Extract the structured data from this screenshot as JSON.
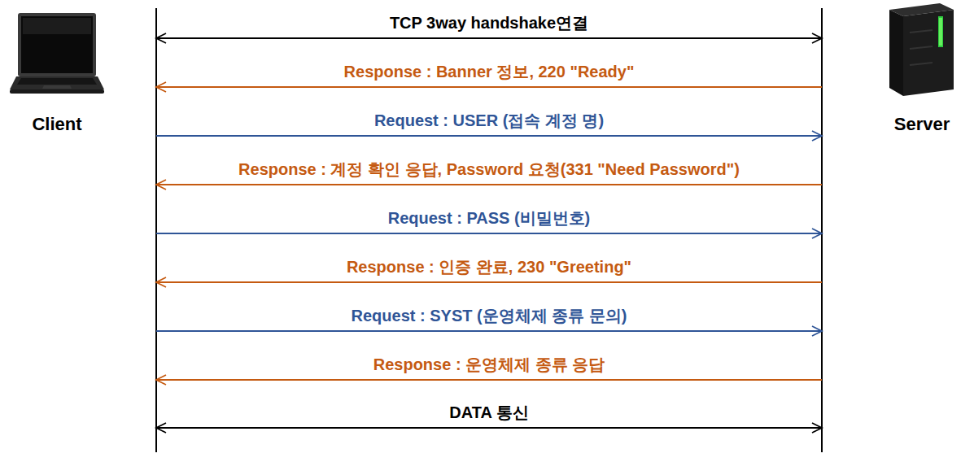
{
  "diagram": {
    "nodes": [
      {
        "text": [
          "Client"
        ]
      },
      {
        "text": [
          "Server"
        ]
      }
    ],
    "edges": [
      {
        "from": 0,
        "to": 1,
        "arrow": "both",
        "label": "TCP 3way handshake연결"
      },
      {
        "from": 1,
        "to": 0,
        "arrow": "to",
        "label": "Response : Banner 정보, 220 \"Ready\""
      },
      {
        "from": 0,
        "to": 1,
        "arrow": "to",
        "label": "Request : USER (접속 계정 명)"
      },
      {
        "from": 1,
        "to": 0,
        "arrow": "to",
        "label": "Response : 계정 확인 응답, Password 요청(331 \"Need Password\")"
      },
      {
        "from": 0,
        "to": 1,
        "arrow": "to",
        "label": "Request : PASS (비밀번호)"
      },
      {
        "from": 1,
        "to": 0,
        "arrow": "to",
        "label": "Response : 인증 완료, 230 \"Greeting\""
      },
      {
        "from": 0,
        "to": 1,
        "arrow": "to",
        "label": "Request : SYST (운영체제 종류 문의)"
      },
      {
        "from": 1,
        "to": 0,
        "arrow": "to",
        "label": "Response : 운영체제 종류 응답"
      },
      {
        "from": 0,
        "to": 1,
        "arrow": "both",
        "label": "DATA 통신"
      }
    ]
  }
}
